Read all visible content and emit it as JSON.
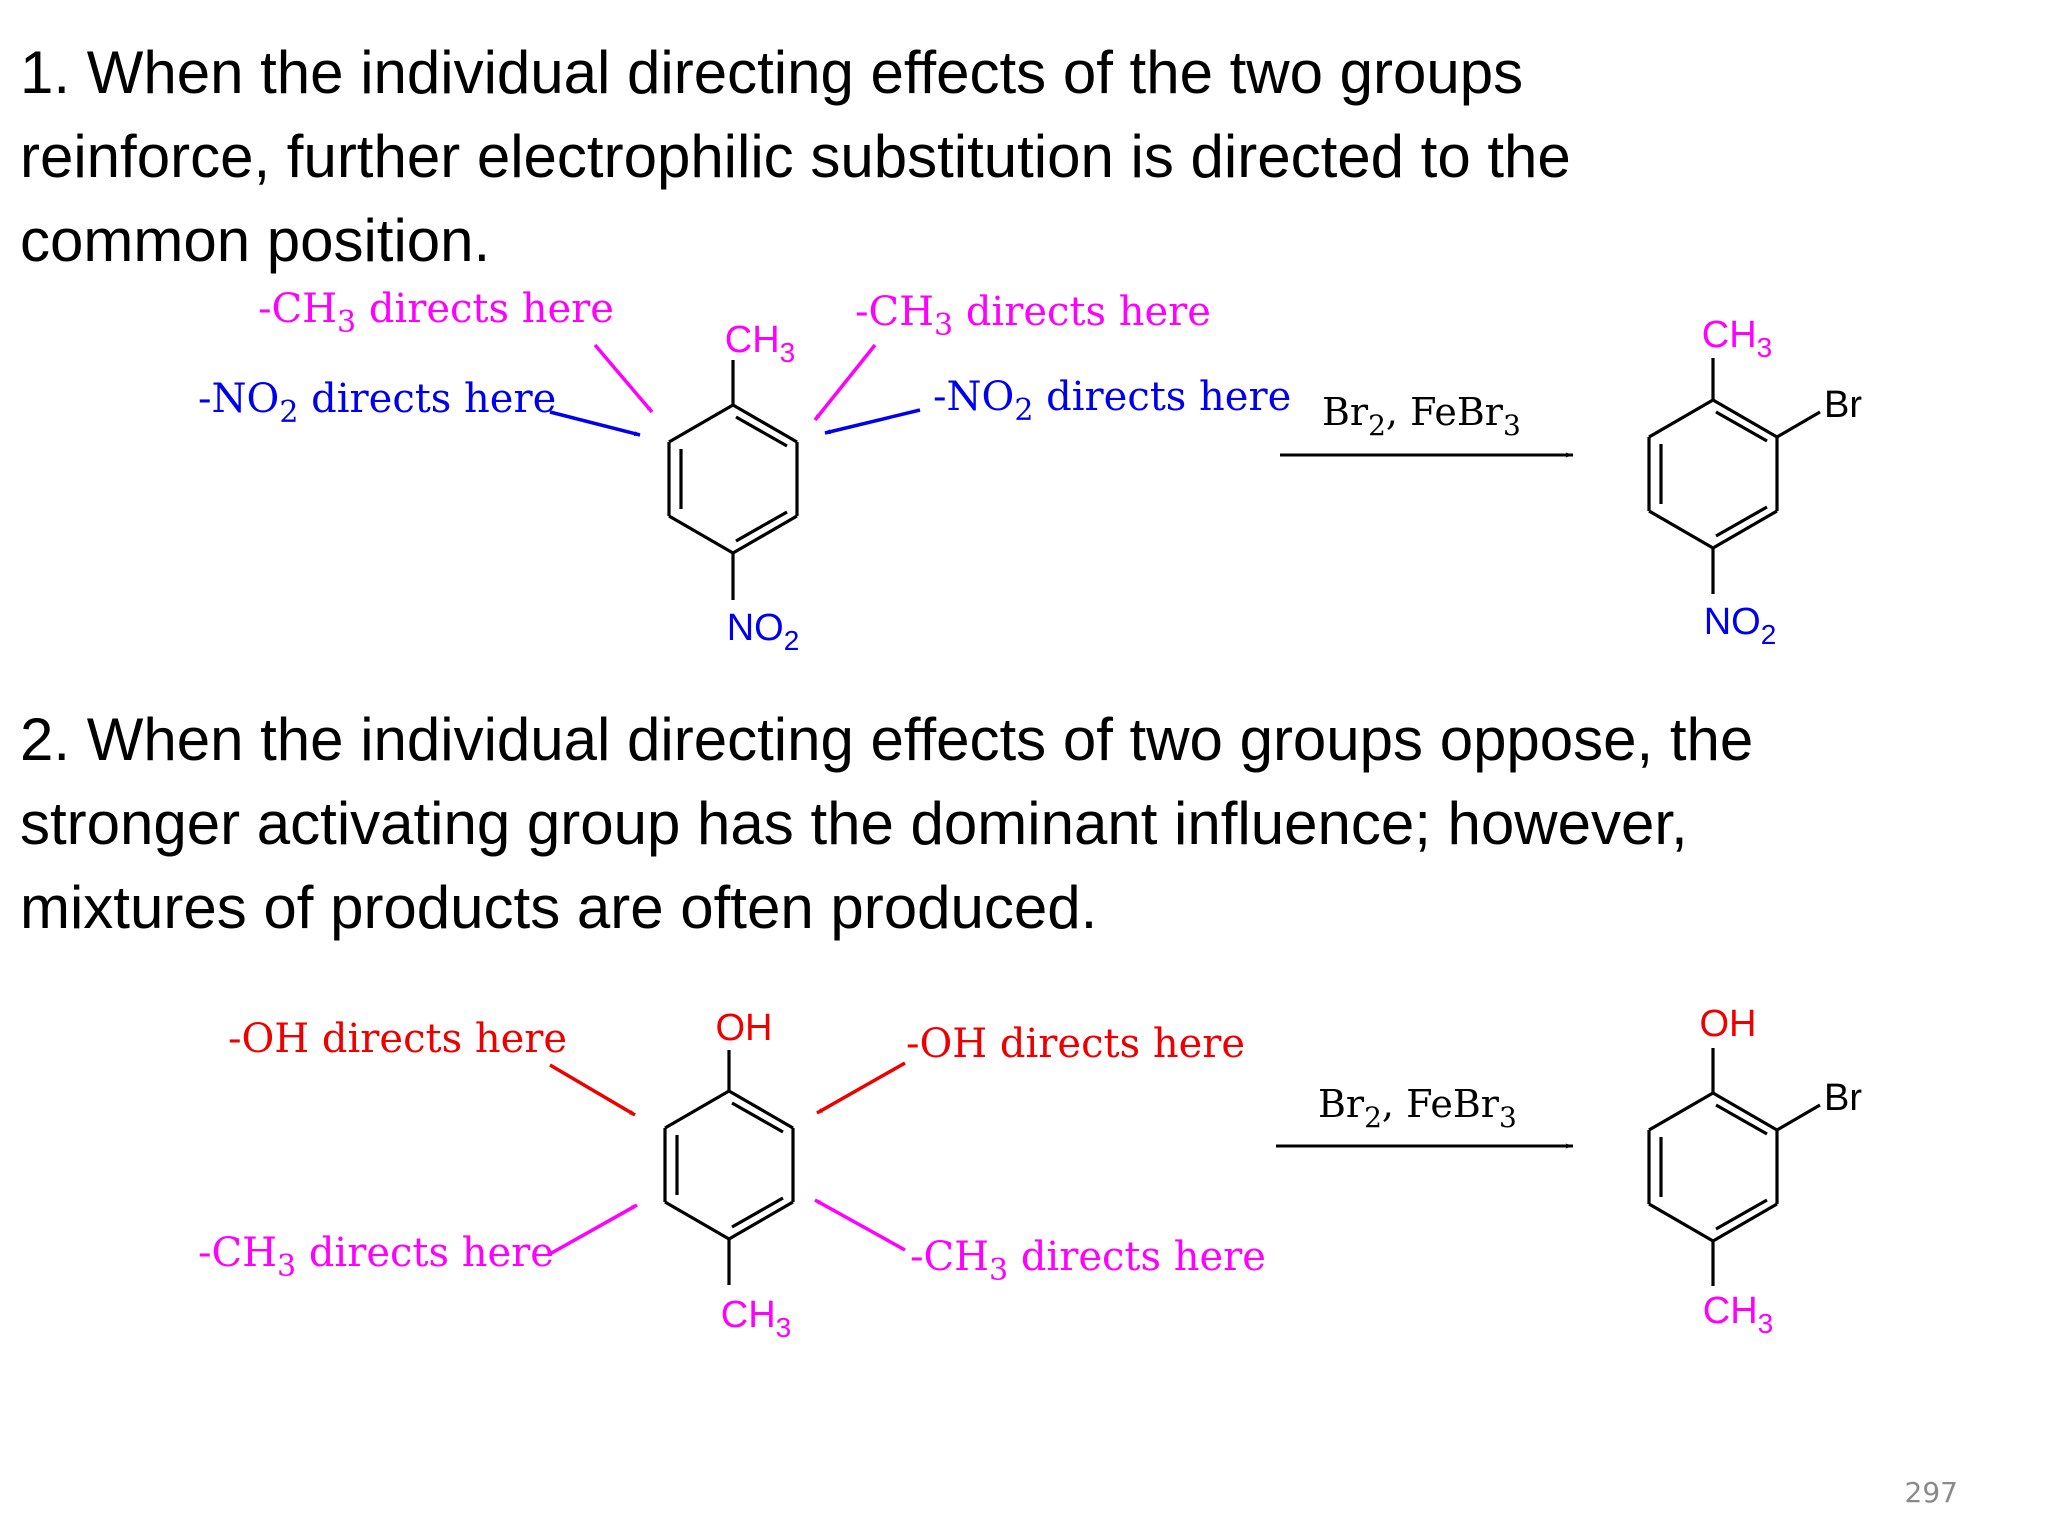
{
  "rule1": {
    "lines": [
      "1. When the individual directing effects of the two groups",
      "reinforce, further electrophilic substitution is directed to the",
      "common position."
    ]
  },
  "rule2": {
    "lines": [
      "2. When the individual directing effects of two groups oppose, the",
      "stronger activating group has the dominant influence; however,",
      "mixtures of products are often produced."
    ]
  },
  "common": {
    "ch3": {
      "base": "CH",
      "sub": "3"
    },
    "no2": {
      "base": "NO",
      "sub": "2"
    },
    "oh": "OH",
    "br": "Br"
  },
  "reagent": {
    "br": "Br",
    "br_sub": "2",
    "mid": ", FeBr",
    "febr_sub": "3"
  },
  "notes": {
    "ch3_directs": {
      "pre": "-CH",
      "sub": "3",
      "post": " directs here"
    },
    "no2_directs": {
      "pre": "-NO",
      "sub": "2",
      "post": " directs here"
    },
    "oh_directs": "-OH directs here"
  },
  "page_number": "297",
  "colors": {
    "text": "#000000",
    "magenta": "#ff00ff",
    "blue": "#0000ee",
    "red": "#ee0000",
    "page_number": "#8a8a8a"
  }
}
